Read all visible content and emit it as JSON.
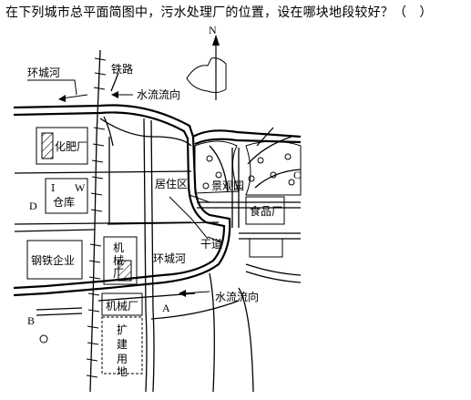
{
  "question": "在下列城市总平面简图中，污水处理厂的位置，设在哪块地段较好？（　）",
  "map": {
    "north": "N",
    "labels": {
      "ring_river_top": "环城河",
      "railway": "铁路",
      "flow_top": "水流流向",
      "fertilizer": "化肥厂",
      "warehouse": "仓库",
      "residential": "居住区",
      "park": "景观园",
      "food": "食品厂",
      "steel": "钢铁企业",
      "machinery_v": "机械厂",
      "main_road": "干道",
      "ring_river_mid": "环城河",
      "machinery_h": "机械厂",
      "flow_bottom": "水流流向",
      "expansion": "扩建用地",
      "letter_a": "A",
      "letter_b": "B",
      "letter_c": "C",
      "letter_d": "D",
      "letter_w": "W",
      "mark_i": "I"
    }
  }
}
